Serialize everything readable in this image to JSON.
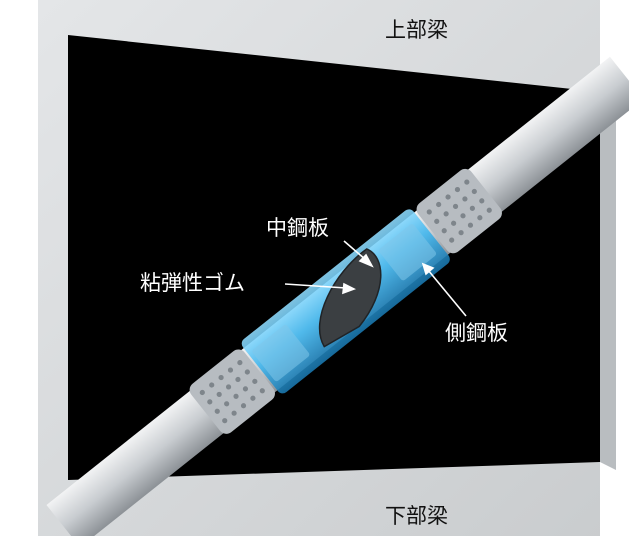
{
  "labels": {
    "upper_beam": "上部梁",
    "lower_beam": "下部梁",
    "center_steel_plate": "中鋼板",
    "viscoelastic_rubber": "粘弾性ゴム",
    "side_steel_plate": "側鋼板"
  },
  "colors": {
    "frame": "#d7d9db",
    "opening": "#000000",
    "brace": "#c9cdd0",
    "damper": "#3fb6ee",
    "rubber": "#3b3f42",
    "label_on_frame": "#1a1a1a",
    "label_on_black": "#ffffff"
  }
}
